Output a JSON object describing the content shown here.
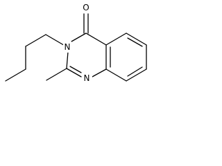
{
  "molecule": {
    "atom_labels": {
      "oxygen": "O",
      "n3": "N",
      "n1": "N"
    },
    "colors": {
      "bond": "#000000",
      "background": "#ffffff"
    }
  }
}
